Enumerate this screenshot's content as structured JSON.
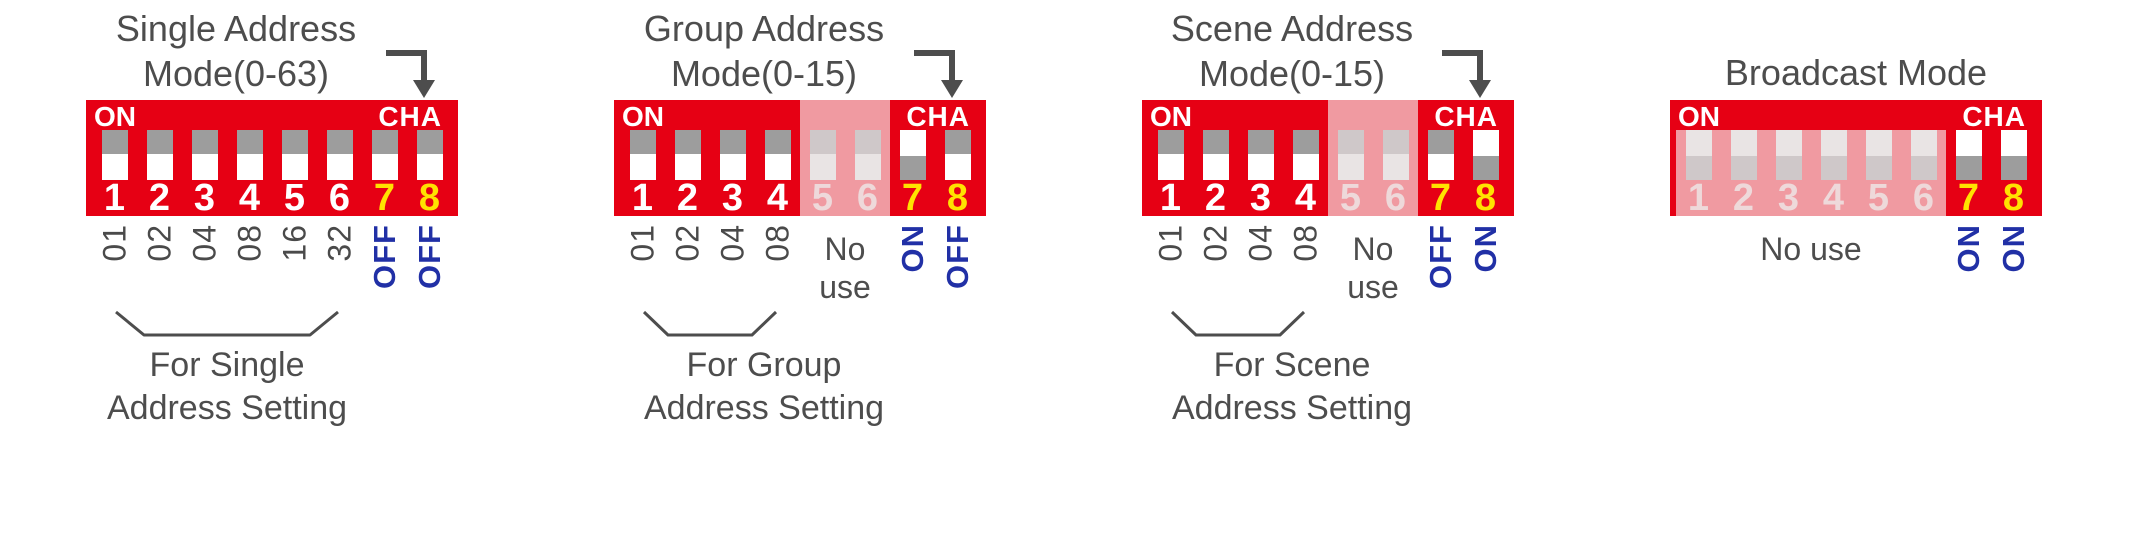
{
  "figure": {
    "type": "dip-switch-mode-diagram",
    "colors": {
      "panel_red": "#e60014",
      "switch_track_gray": "#9d9d9d",
      "toggle_white": "#ffffff",
      "number_yellow": "#ffe200",
      "state_blue": "#2130a6",
      "text_gray": "#4d4d4d",
      "no_use_pink": "#f09aa1"
    },
    "panels": [
      {
        "title_line1": "Single Address",
        "title_line2": "Mode(0-63)",
        "on_label": "ON",
        "cha_label": "CHA",
        "switches": [
          {
            "num": "1",
            "state": "down",
            "muted": false,
            "color": "white"
          },
          {
            "num": "2",
            "state": "down",
            "muted": false,
            "color": "white"
          },
          {
            "num": "3",
            "state": "down",
            "muted": false,
            "color": "white"
          },
          {
            "num": "4",
            "state": "down",
            "muted": false,
            "color": "white"
          },
          {
            "num": "5",
            "state": "down",
            "muted": false,
            "color": "white"
          },
          {
            "num": "6",
            "state": "down",
            "muted": false,
            "color": "white"
          },
          {
            "num": "7",
            "state": "down",
            "muted": false,
            "color": "yellow"
          },
          {
            "num": "8",
            "state": "down",
            "muted": false,
            "color": "yellow"
          }
        ],
        "value_labels": [
          {
            "col": 0,
            "text": "01"
          },
          {
            "col": 1,
            "text": "02"
          },
          {
            "col": 2,
            "text": "04"
          },
          {
            "col": 3,
            "text": "08"
          },
          {
            "col": 4,
            "text": "16"
          },
          {
            "col": 5,
            "text": "32"
          }
        ],
        "channel_labels": [
          {
            "col": 6,
            "text": "OFF"
          },
          {
            "col": 7,
            "text": "OFF"
          }
        ],
        "no_use": null,
        "caption_line1": "For Single",
        "caption_line2": "Address Setting"
      },
      {
        "title_line1": "Group Address",
        "title_line2": "Mode(0-15)",
        "on_label": "ON",
        "cha_label": "CHA",
        "switches": [
          {
            "num": "1",
            "state": "down",
            "muted": false,
            "color": "white"
          },
          {
            "num": "2",
            "state": "down",
            "muted": false,
            "color": "white"
          },
          {
            "num": "3",
            "state": "down",
            "muted": false,
            "color": "white"
          },
          {
            "num": "4",
            "state": "down",
            "muted": false,
            "color": "white"
          },
          {
            "num": "5",
            "state": "down",
            "muted": true,
            "color": "white"
          },
          {
            "num": "6",
            "state": "down",
            "muted": true,
            "color": "white"
          },
          {
            "num": "7",
            "state": "up",
            "muted": false,
            "color": "yellow"
          },
          {
            "num": "8",
            "state": "down",
            "muted": false,
            "color": "yellow"
          }
        ],
        "value_labels": [
          {
            "col": 0,
            "text": "01"
          },
          {
            "col": 1,
            "text": "02"
          },
          {
            "col": 2,
            "text": "04"
          },
          {
            "col": 3,
            "text": "08"
          }
        ],
        "channel_labels": [
          {
            "col": 6,
            "text": "ON"
          },
          {
            "col": 7,
            "text": "OFF"
          }
        ],
        "no_use": {
          "lines": [
            "No",
            "use"
          ],
          "cols": [
            4,
            5
          ]
        },
        "caption_line1": "For Group",
        "caption_line2": "Address Setting"
      },
      {
        "title_line1": "Scene Address",
        "title_line2": "Mode(0-15)",
        "on_label": "ON",
        "cha_label": "CHA",
        "switches": [
          {
            "num": "1",
            "state": "down",
            "muted": false,
            "color": "white"
          },
          {
            "num": "2",
            "state": "down",
            "muted": false,
            "color": "white"
          },
          {
            "num": "3",
            "state": "down",
            "muted": false,
            "color": "white"
          },
          {
            "num": "4",
            "state": "down",
            "muted": false,
            "color": "white"
          },
          {
            "num": "5",
            "state": "down",
            "muted": true,
            "color": "white"
          },
          {
            "num": "6",
            "state": "down",
            "muted": true,
            "color": "white"
          },
          {
            "num": "7",
            "state": "down",
            "muted": false,
            "color": "yellow"
          },
          {
            "num": "8",
            "state": "up",
            "muted": false,
            "color": "yellow"
          }
        ],
        "value_labels": [
          {
            "col": 0,
            "text": "01"
          },
          {
            "col": 1,
            "text": "02"
          },
          {
            "col": 2,
            "text": "04"
          },
          {
            "col": 3,
            "text": "08"
          }
        ],
        "channel_labels": [
          {
            "col": 6,
            "text": "OFF"
          },
          {
            "col": 7,
            "text": "ON"
          }
        ],
        "no_use": {
          "lines": [
            "No",
            "use"
          ],
          "cols": [
            4,
            5
          ]
        },
        "caption_line1": "For Scene",
        "caption_line2": "Address Setting"
      },
      {
        "title_line1": "Broadcast Mode",
        "title_line2": "",
        "on_label": "ON",
        "cha_label": "CHA",
        "switches": [
          {
            "num": "1",
            "state": "up",
            "muted": true,
            "color": "white"
          },
          {
            "num": "2",
            "state": "up",
            "muted": true,
            "color": "white"
          },
          {
            "num": "3",
            "state": "up",
            "muted": true,
            "color": "white"
          },
          {
            "num": "4",
            "state": "up",
            "muted": true,
            "color": "white"
          },
          {
            "num": "5",
            "state": "up",
            "muted": true,
            "color": "white"
          },
          {
            "num": "6",
            "state": "up",
            "muted": true,
            "color": "white"
          },
          {
            "num": "7",
            "state": "up",
            "muted": false,
            "color": "yellow"
          },
          {
            "num": "8",
            "state": "up",
            "muted": false,
            "color": "yellow"
          }
        ],
        "value_labels": [],
        "channel_labels": [
          {
            "col": 6,
            "text": "ON"
          },
          {
            "col": 7,
            "text": "ON"
          }
        ],
        "no_use": {
          "lines": [
            "No use"
          ],
          "cols": [
            0,
            5
          ]
        },
        "caption_line1": "",
        "caption_line2": ""
      }
    ]
  }
}
